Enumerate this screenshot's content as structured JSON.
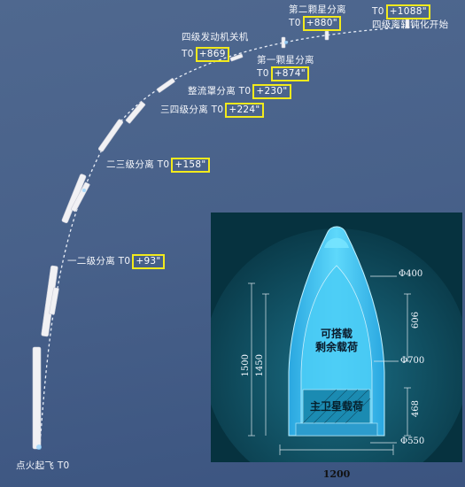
{
  "events": [
    {
      "label": "点火起飞",
      "prefix": "T0",
      "time": ""
    },
    {
      "label": "一二级分离",
      "prefix": "T0",
      "time": "+93\""
    },
    {
      "label": "二三级分离",
      "prefix": "T0",
      "time": "+158\""
    },
    {
      "label": "三四级分离",
      "prefix": "T0",
      "time": "+224\""
    },
    {
      "label": "整流罩分离",
      "prefix": "T0",
      "time": "+230\""
    },
    {
      "label": "第一颗星分离",
      "prefix": "T0",
      "time": "+874\""
    },
    {
      "label": "四级发动机关机",
      "prefix": "T0",
      "time": "+869"
    },
    {
      "label": "第二颗星分离",
      "prefix": "T0",
      "time": "+880\""
    },
    {
      "label": "四级离轨钝化开始",
      "prefix": "T0",
      "time": "+1088\""
    }
  ],
  "fairing": {
    "payload_upper": [
      "可搭载",
      "剩余载荷"
    ],
    "payload_main": "主卫星载荷",
    "dims": {
      "dia_400": "Φ400",
      "dia_700": "Φ700",
      "dia_550": "Φ550",
      "h_606": "606",
      "h_468": "468",
      "h_1500": "1500",
      "h_1450": "1450",
      "w_1200": "1200"
    }
  },
  "colors": {
    "background": "#4a638b",
    "highlight_box": "#f2ea1c",
    "fairing_cyan": "#3fc3f2",
    "inset_bg": "#06323f"
  }
}
